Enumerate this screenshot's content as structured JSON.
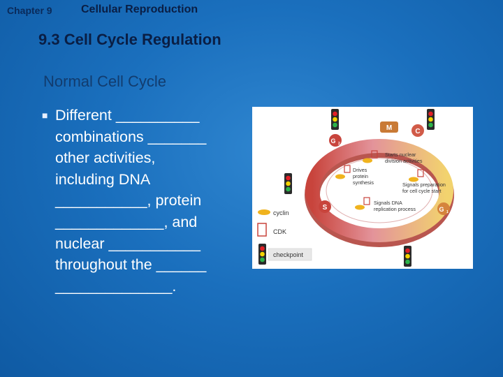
{
  "header": {
    "chapter": "Chapter 9",
    "unit": "Cellular Reproduction"
  },
  "section_title": "9.3 Cell Cycle Regulation",
  "subtitle": "Normal Cell Cycle",
  "bullet_lines": [
    "Different __________",
    "combinations _______",
    "other activities,",
    "including DNA",
    "___________, protein",
    "_____________, and",
    "nuclear ___________",
    "throughout the ______",
    "______________."
  ],
  "figure": {
    "phases": {
      "m": "M",
      "c": "C",
      "g2": "G",
      "g2_sub": "2",
      "s": "S",
      "g1": "G",
      "g1_sub": "1"
    },
    "labels": {
      "nuclear_1": "Starts nuclear",
      "nuclear_2": "division activities",
      "protein_1": "Drives",
      "protein_2": "protein",
      "protein_3": "synthesis",
      "prep_1": "Signals preparation",
      "prep_2": "for cell cycle start",
      "dna_1": "Signals DNA",
      "dna_2": "replication process"
    },
    "legend": {
      "cyclin": "cyclin",
      "cdk": "CDK",
      "checkpoint": "checkpoint"
    },
    "colors": {
      "ring_pink": "#e3939a",
      "ring_yellow": "#f2d36e",
      "ring_red": "#c8443c",
      "ring_orange": "#e8a34a",
      "cyclin": "#f0b31e",
      "light_red": "#e21f26",
      "light_yellow": "#f4d400",
      "light_green": "#2bb34a"
    }
  }
}
